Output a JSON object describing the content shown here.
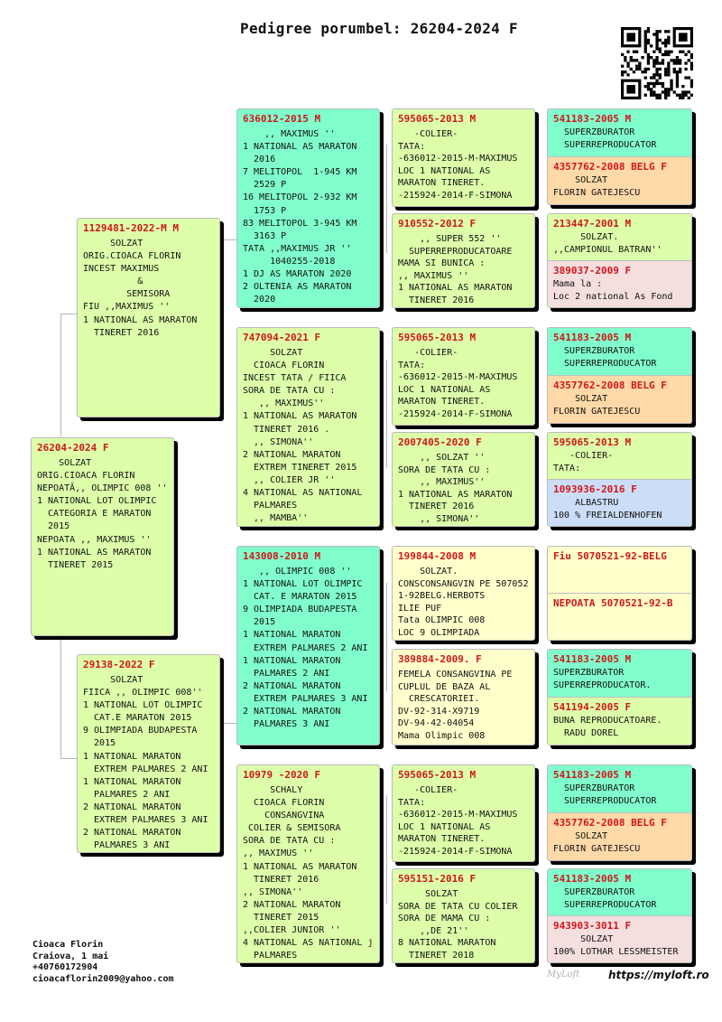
{
  "title": "Pedigree porumbel: 26204-2024 F",
  "subject": {
    "ring": "26204-2024 F",
    "text": "    SOLZAT\nORIG.CIOACA FLORIN\nNEPOATĂ,, OLIMPIC 008 ''\n1 NATIONAL LOT OLIMPIC\n  CATEGORIA E MARATON\n  2015\nNEPOATA ,, MAXIMUS ''\n1 NATIONAL AS MARATON\n  TINERET 2015"
  },
  "parents": {
    "father": {
      "ring": "1129481-2022-M M",
      "text": "     SOLZAT\nORIG.CIOACA FLORIN\nINCEST MAXIMUS\n          &\n        SEMISORA\nFIU ,,MAXIMUS ''\n1 NATIONAL AS MARATON\n  TINERET 2016"
    },
    "mother": {
      "ring": "29138-2022 F",
      "text": "     SOLZAT\nFIICA ,, OLIMPIC 008''\n1 NATIONAL LOT OLIMPIC\n  CAT.E MARATON 2015\n9 OLIMPIADA BUDAPESTA\n  2015\n1 NATIONAL MARATON\n  EXTREM PALMARES 2 ANI\n1 NATIONAL MARATON\n  PALMARES 2 ANI\n2 NATIONAL MARATON\n  EXTREM PALMARES 3 ANI\n2 NATIONAL MARATON\n  PALMARES 3 ANI"
    }
  },
  "grandparents": {
    "ff": {
      "ring": "636012-2015 M",
      "text": "    ,, MAXIMUS ''\n1 NATIONAL AS MARATON\n  2016\n7 MELITOPOL  1-945 KM\n  2529 P\n16 MELITOPOL 2-932 KM\n  1753 P\n83 MELITOPOL 3-945 KM\n  3163 P\nTATA ,,MAXIMUS JR ''\n     1040255-2018\n1 DJ AS MARATON 2020\n2 OLTENIA AS MARATON\n  2020"
    },
    "fm": {
      "ring": "747094-2021 F",
      "text": "     SOLZAT\n  CIOACA FLORIN\nINCEST TATA / FIICA\nSORA DE TATA CU :\n   ,, MAXIMUS''\n1 NATIONAL AS MARATON\n  TINERET 2016 .\n  ,, SIMONA''\n2 NATIONAL MARATON\n  EXTREM TINERET 2015\n  ,, COLIER JR ''\n4 NATIONAL AS NATIONAL\n  PALMARES\n  ,, MAMBA''"
    },
    "mf": {
      "ring": "143008-2010 M",
      "text": "   ,, OLIMPIC 008 ''\n1 NATIONAL LOT OLIMPIC\n  CAT. E MARATON 2015\n9 OLIMPIADA BUDAPESTA\n  2015\n1 NATIONAL MARATON\n  EXTREM PALMARES 2 ANI\n1 NATIONAL MARATON\n  PALMARES 2 ANI\n2 NATIONAL MARATON\n  EXTREM PALMARES 3 ANI\n2 NATIONAL MARATON\n  PALMARES 3 ANI"
    },
    "mm": {
      "ring": "10979 -2020 F",
      "text": "     SCHALY\n  CIOACA FLORIN\n    CONSANGVINA\n COLIER & SEMISORA\nSORA DE TATA CU :\n,, MAXIMUS ''\n1 NATIONAL AS MARATON\n  TINERET 2016\n,, SIMONA''\n2 NATIONAL MARATON\n  TINERET 2015\n,,COLIER JUNIOR ''\n4 NATIONAL AS NATIONAL j\n  PALMARES"
    }
  },
  "gen3": [
    {
      "ring": "595065-2013 M",
      "text": "   -COLIER-\nTATA:\n-636012-2015-M-MAXIMUS\nLOC 1 NATIONAL AS\nMARATON TINERET.\n-215924-2014-F-SIMONA"
    },
    {
      "ring": "910552-2012 F",
      "text": "    ,, SUPER 552 ''\n  SUPERREPRODUCATOARE\nMAMA SI BUNICA :\n,, MAXIMUS ''\n1 NATIONAL AS MARATON\n  TINERET 2016"
    },
    {
      "ring": "595065-2013 M",
      "text": "   -COLIER-\nTATA:\n-636012-2015-M-MAXIMUS\nLOC 1 NATIONAL AS\nMARATON TINERET.\n-215924-2014-F-SIMONA"
    },
    {
      "ring": "2007405-2020 F",
      "text": "    ,, SOLZAT ''\nSORA DE TATA CU :\n    ,, MAXIMUS''\n1 NATIONAL AS MARATON\n  TINERET 2016\n    ,, SIMONA''"
    },
    {
      "ring": "199844-2008 M",
      "text": "    SOLZAT.\nCONSCONSANGVIN PE 507052\n1-92BELG.HERBOTS\nILIE PUF\nTata OLIMPIC 008\nLOC 9 OLIMPIADA"
    },
    {
      "ring": "389884-2009. F",
      "text": "FEMELA CONSANGVINA PE\nCUPLUL DE BAZA AL\n  CRESCATORIEI.\nDV-92-314-X9719\nDV-94-42-04054\nMama Olimpic 008"
    },
    {
      "ring": "595065-2013 M",
      "text": "   -COLIER-\nTATA:\n-636012-2015-M-MAXIMUS\nLOC 1 NATIONAL AS\nMARATON TINERET.\n-215924-2014-F-SIMONA"
    },
    {
      "ring": "595151-2016 F",
      "text": "     SOLZAT\nSORA DE TATA CU COLIER\nSORA DE MAMA CU :\n    ,,DE 21''\n8 NATIONAL MARATON\n  TINERET 2018"
    }
  ],
  "gen4": [
    {
      "ring": "541183-2005 M",
      "text": "  SUPERZBURATOR\n  SUPERREPRODUCATOR"
    },
    {
      "ring": "4357762-2008 BELG F",
      "text": "    SOLZAT\nFLORIN GATEJESCU"
    },
    {
      "ring": "213447-2001 M",
      "text": "     SOLZAT.\n,,CAMPIONUL BATRAN''"
    },
    {
      "ring": "389037-2009 F",
      "text": "Mama la :\nLoc 2 national As Fond"
    },
    {
      "ring": "541183-2005 M",
      "text": "  SUPERZBURATOR\n  SUPERREPRODUCATOR"
    },
    {
      "ring": "4357762-2008 BELG F",
      "text": "    SOLZAT\nFLORIN GATEJESCU"
    },
    {
      "ring": "595065-2013 M",
      "text": "   -COLIER-\nTATA:"
    },
    {
      "ring": "1093936-2016 F",
      "text": "    ALBASTRU\n100 % FREIALDENHOFEN"
    },
    {
      "ring": "Fiu 5070521-92-BELG",
      "text": ""
    },
    {
      "ring": "NEPOATA 5070521-92-B",
      "text": ""
    },
    {
      "ring": "541183-2005 M",
      "text": "SUPERZBURATOR\nSUPERREPRODUCATOR."
    },
    {
      "ring": "541194-2005 F",
      "text": "BUNA REPRODUCATOARE.\n  RADU DOREL"
    },
    {
      "ring": "541183-2005 M",
      "text": "  SUPERZBURATOR\n  SUPERREPRODUCATOR"
    },
    {
      "ring": "4357762-2008 BELG F",
      "text": "    SOLZAT\nFLORIN GATEJESCU"
    },
    {
      "ring": "541183-2005 M",
      "text": "  SUPERZBURATOR\n  SUPERREPRODUCATOR"
    },
    {
      "ring": "943903-3011 F",
      "text": "     SOLZAT\n100% LOTHAR LESSMEISTER"
    }
  ],
  "owner": {
    "name": "Cioaca Florin",
    "city": "Craiova, 1 mai",
    "phone": "+40760172904",
    "email": "cioacaflorin2009@yahoo.com"
  },
  "website": "https://myloft.ro",
  "colors": {
    "card_green": "#ddffaa",
    "card_mint": "#80ffcc",
    "card_yellow": "#ffffcc",
    "card_peach": "#ffd9a8",
    "card_pink": "#f4dede",
    "card_blue": "#ccddf7",
    "ring_red": "#d0161b"
  },
  "icons": {
    "qr": "qr-code-icon",
    "logo": "myloft-logo"
  }
}
